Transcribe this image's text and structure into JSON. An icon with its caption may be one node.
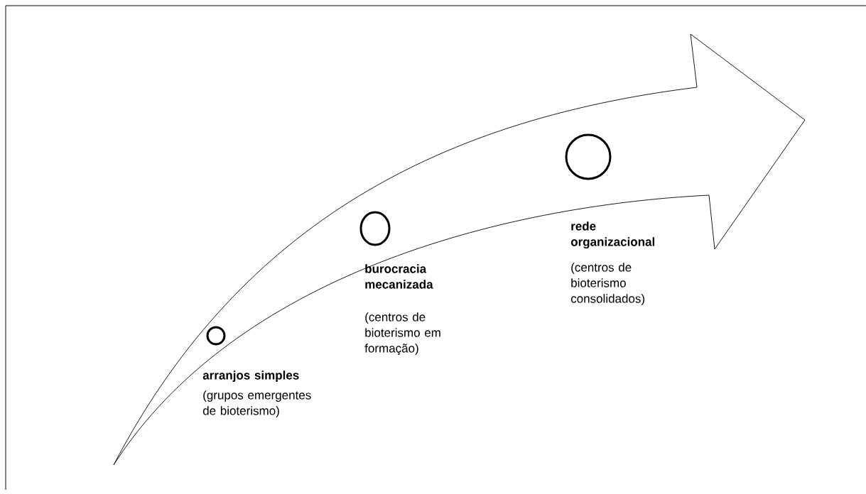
{
  "diagram": {
    "nodes": [
      {
        "text": [],
        "shape": "circle",
        "beside": [
          "arranjos simples",
          "(grupos emergentes de bioterismo)"
        ]
      },
      {
        "text": [],
        "shape": "circle",
        "beside": [
          "burocracia mecanizada",
          "(centros de bioterismo em formação)"
        ]
      },
      {
        "text": [],
        "shape": "circle",
        "beside": [
          "rede organizacional",
          "(centros de bioterismo consolidados)"
        ]
      }
    ]
  }
}
